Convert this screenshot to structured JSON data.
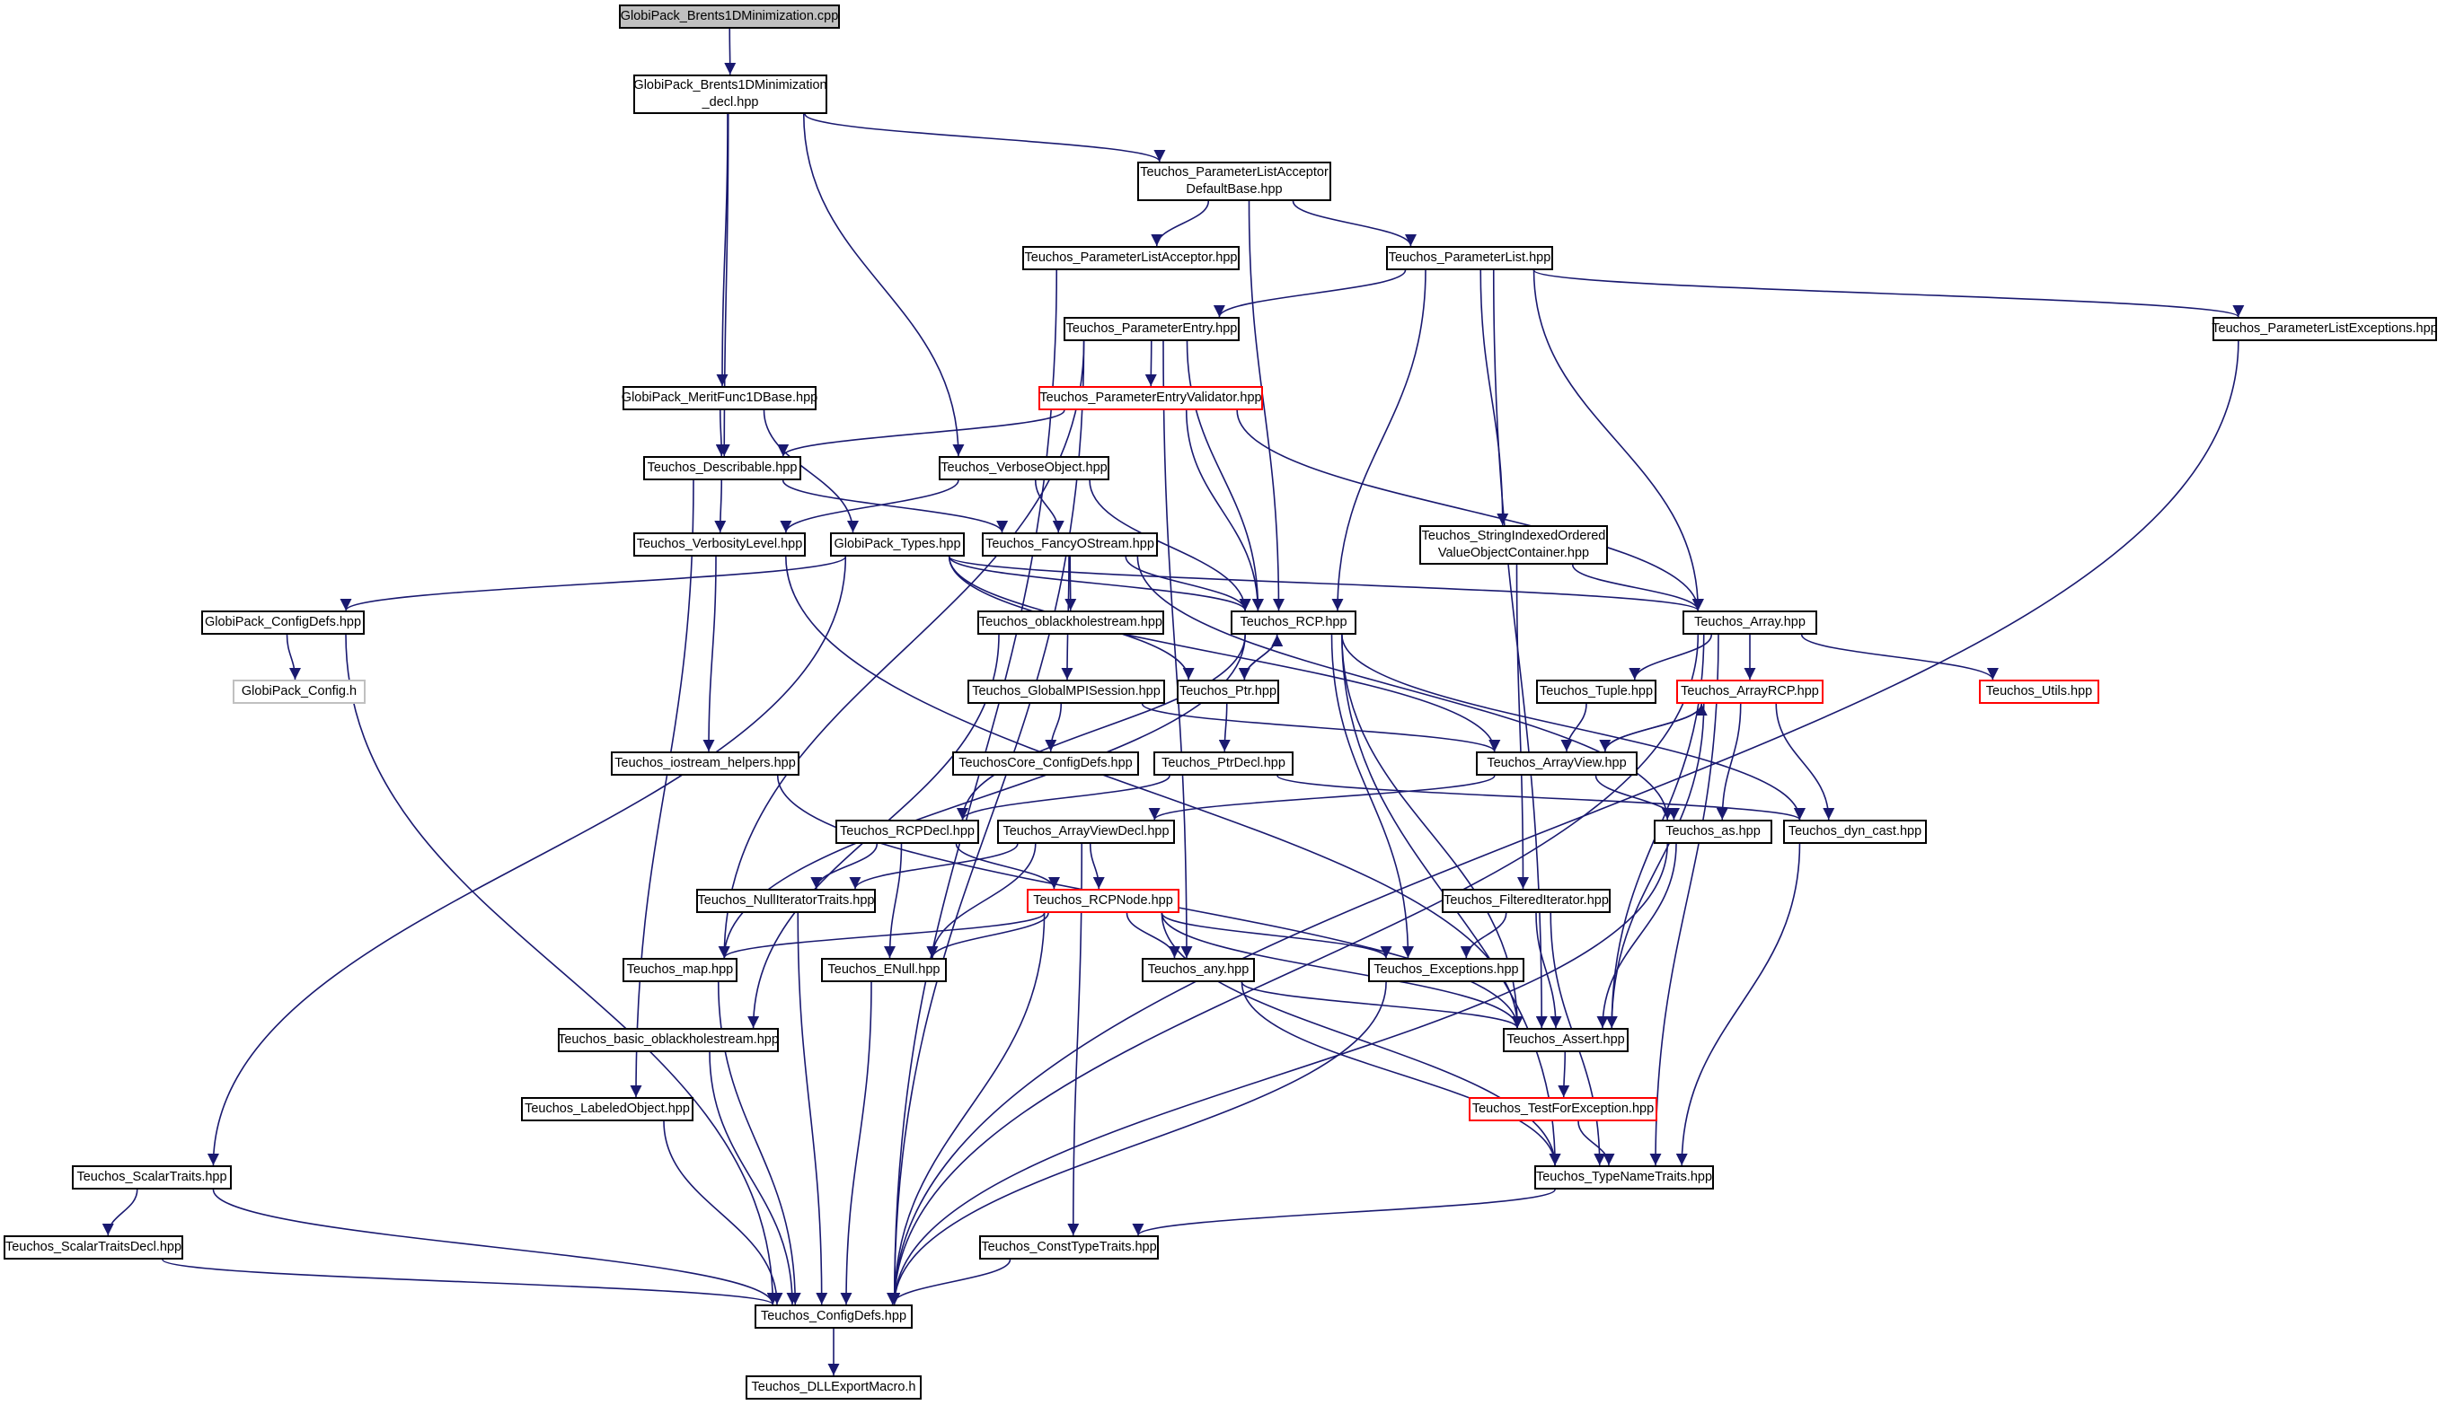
{
  "graph": {
    "colors": {
      "edge": "#191970",
      "node_border": "#000000",
      "truncated_border": "#ff0000",
      "root_fill": "#c0c0c0",
      "missing_border": "#c0c0c0"
    },
    "nodes": {
      "n0": {
        "label": "GlobiPack_Brents1DMinimization.cpp"
      },
      "n1": {
        "label": "GlobiPack_Brents1DMinimization\n_decl.hpp"
      },
      "n2": {
        "label": "Teuchos_ParameterListAcceptor\nDefaultBase.hpp"
      },
      "n3": {
        "label": "Teuchos_ParameterListAcceptor.hpp"
      },
      "n4": {
        "label": "Teuchos_ParameterList.hpp"
      },
      "n5": {
        "label": "Teuchos_ParameterEntry.hpp"
      },
      "n6": {
        "label": "Teuchos_ParameterListExceptions.hpp"
      },
      "n7": {
        "label": "GlobiPack_MeritFunc1DBase.hpp"
      },
      "n8": {
        "label": "Teuchos_ParameterEntryValidator.hpp"
      },
      "n9": {
        "label": "Teuchos_Describable.hpp"
      },
      "n10": {
        "label": "Teuchos_VerboseObject.hpp"
      },
      "n11": {
        "label": "Teuchos_StringIndexedOrdered\nValueObjectContainer.hpp"
      },
      "n12": {
        "label": "Teuchos_VerbosityLevel.hpp"
      },
      "n13": {
        "label": "GlobiPack_Types.hpp"
      },
      "n14": {
        "label": "Teuchos_FancyOStream.hpp"
      },
      "n15": {
        "label": "GlobiPack_ConfigDefs.hpp"
      },
      "n16": {
        "label": "Teuchos_oblackholestream.hpp"
      },
      "n17": {
        "label": "Teuchos_RCP.hpp"
      },
      "n18": {
        "label": "Teuchos_Array.hpp"
      },
      "n19": {
        "label": "GlobiPack_Config.h"
      },
      "n20": {
        "label": "Teuchos_GlobalMPISession.hpp"
      },
      "n21": {
        "label": "Teuchos_Ptr.hpp"
      },
      "n22": {
        "label": "Teuchos_Tuple.hpp"
      },
      "n23": {
        "label": "Teuchos_ArrayRCP.hpp"
      },
      "n24": {
        "label": "Teuchos_Utils.hpp"
      },
      "n25": {
        "label": "Teuchos_iostream_helpers.hpp"
      },
      "n26": {
        "label": "TeuchosCore_ConfigDefs.hpp"
      },
      "n27": {
        "label": "Teuchos_PtrDecl.hpp"
      },
      "n28": {
        "label": "Teuchos_ArrayView.hpp"
      },
      "n29": {
        "label": "Teuchos_RCPDecl.hpp"
      },
      "n30": {
        "label": "Teuchos_ArrayViewDecl.hpp"
      },
      "n31": {
        "label": "Teuchos_as.hpp"
      },
      "n32": {
        "label": "Teuchos_dyn_cast.hpp"
      },
      "n33": {
        "label": "Teuchos_NullIteratorTraits.hpp"
      },
      "n34": {
        "label": "Teuchos_RCPNode.hpp"
      },
      "n35": {
        "label": "Teuchos_FilteredIterator.hpp"
      },
      "n36": {
        "label": "Teuchos_map.hpp"
      },
      "n37": {
        "label": "Teuchos_ENull.hpp"
      },
      "n38": {
        "label": "Teuchos_any.hpp"
      },
      "n39": {
        "label": "Teuchos_Exceptions.hpp"
      },
      "n40": {
        "label": "Teuchos_basic_oblackholestream.hpp"
      },
      "n41": {
        "label": "Teuchos_Assert.hpp"
      },
      "n42": {
        "label": "Teuchos_LabeledObject.hpp"
      },
      "n43": {
        "label": "Teuchos_TestForException.hpp"
      },
      "n44": {
        "label": "Teuchos_ScalarTraits.hpp"
      },
      "n45": {
        "label": "Teuchos_TypeNameTraits.hpp"
      },
      "n46": {
        "label": "Teuchos_ScalarTraitsDecl.hpp"
      },
      "n47": {
        "label": "Teuchos_ConstTypeTraits.hpp"
      },
      "n48": {
        "label": "Teuchos_ConfigDefs.hpp"
      },
      "n49": {
        "label": "Teuchos_DLLExportMacro.h"
      }
    }
  }
}
